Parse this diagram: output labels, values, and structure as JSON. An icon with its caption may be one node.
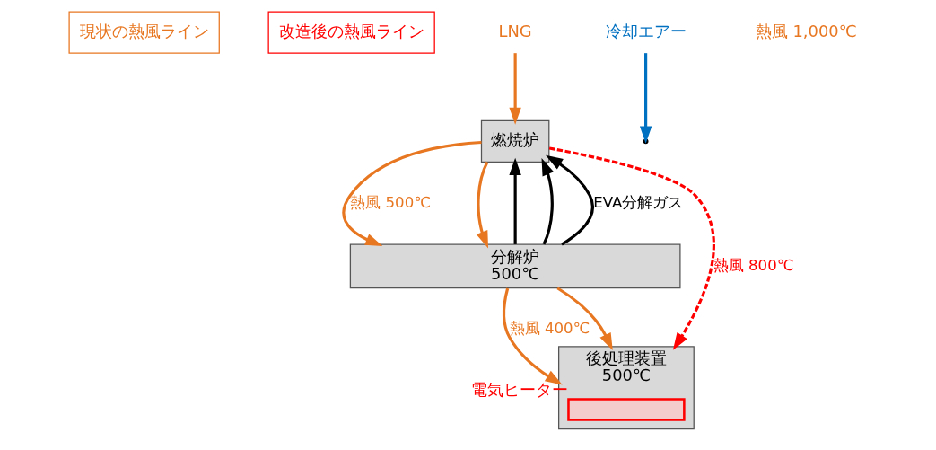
{
  "diagram": {
    "nodes": [
      {
        "text": [
          "現状の熱風ライン"
        ]
      },
      {
        "text": [
          "改造後の熱風ライン"
        ]
      },
      {
        "text": [
          "燃焼炉"
        ]
      },
      {
        "text": [
          "分解炉",
          "500℃"
        ]
      },
      {
        "text": [
          "後処理装置",
          "500℃"
        ]
      },
      {
        "text": [],
        "shape": "box",
        "beside": [
          "電気ヒーター"
        ],
        "in": 4
      },
      {
        "text": [
          "LNG"
        ]
      },
      {
        "text": [
          "冷却エアー"
        ]
      }
    ],
    "edges": [
      {
        "from": 6,
        "to": 2,
        "arrow": "to"
      },
      {
        "from": 2,
        "to": 3,
        "arrow": "to",
        "label": "熱風 500℃"
      },
      {
        "from": 2,
        "to": 3,
        "arrow": "to"
      },
      {
        "from": 7,
        "to": null,
        "arrow": "to",
        "color": "#0070c0"
      },
      {
        "from": 3,
        "to": 2,
        "arrow": "to",
        "label": "EVA分解ガス",
        "color": "#000000"
      },
      {
        "from": 3,
        "to": 2,
        "arrow": "to",
        "color": "#000000"
      },
      {
        "from": 3,
        "to": 2,
        "arrow": "to",
        "color": "#000000"
      },
      {
        "from": 3,
        "to": 4,
        "arrow": "to",
        "label": "熱風 400℃"
      },
      {
        "from": 3,
        "to": 4,
        "arrow": "to"
      },
      {
        "from": 2,
        "to": 4,
        "arrow": "to",
        "label": "熱風 800℃",
        "style": "dashed",
        "color": "#ff0000"
      }
    ],
    "labels": [
      "熱風 1,000℃"
    ]
  }
}
